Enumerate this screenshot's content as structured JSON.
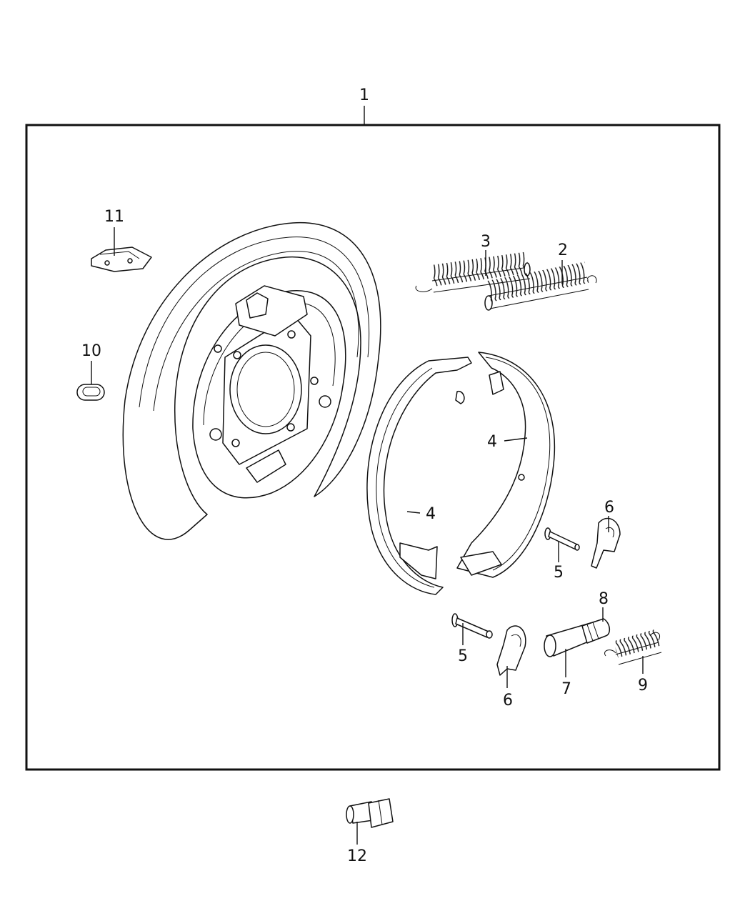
{
  "diagram": {
    "callouts": [
      "1",
      "2",
      "3",
      "4",
      "4",
      "5",
      "5",
      "6",
      "6",
      "7",
      "8",
      "9",
      "10",
      "11",
      "12"
    ]
  }
}
